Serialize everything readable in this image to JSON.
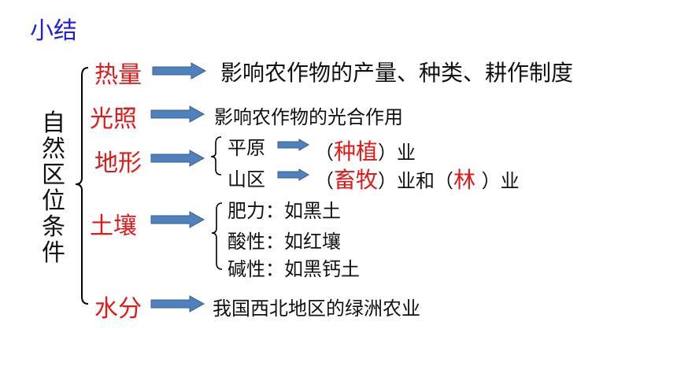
{
  "title": "小结",
  "root_label": [
    "自",
    "然",
    "区",
    "位",
    "条",
    "件"
  ],
  "factors": {
    "heat": {
      "label": "热量",
      "effect": "影响农作物的产量、种类、耕作制度"
    },
    "light": {
      "label": "光照",
      "effect": "影响农作物的光合作用"
    },
    "terrain": {
      "label": "地形",
      "plain": {
        "label": "平原",
        "open": "（",
        "crop": "种植",
        "close": "）业"
      },
      "mountain": {
        "label": "山区",
        "open": "（",
        "crop1": "畜牧",
        "middle": "）业和（",
        "crop2": "林",
        "close": " ）业"
      }
    },
    "soil": {
      "label": "土壤",
      "items": [
        "肥力：如黑土",
        "酸性：如红壤",
        "碱性：如黑钙土"
      ]
    },
    "water": {
      "label": "水分",
      "effect": "我国西北地区的绿洲农业"
    }
  },
  "colors": {
    "title": "#1f1fe0",
    "factor": "#e11919",
    "arrow_fill": "#4f81bd",
    "arrow_stroke": "#3a5f8c",
    "bracket": "#000000"
  }
}
